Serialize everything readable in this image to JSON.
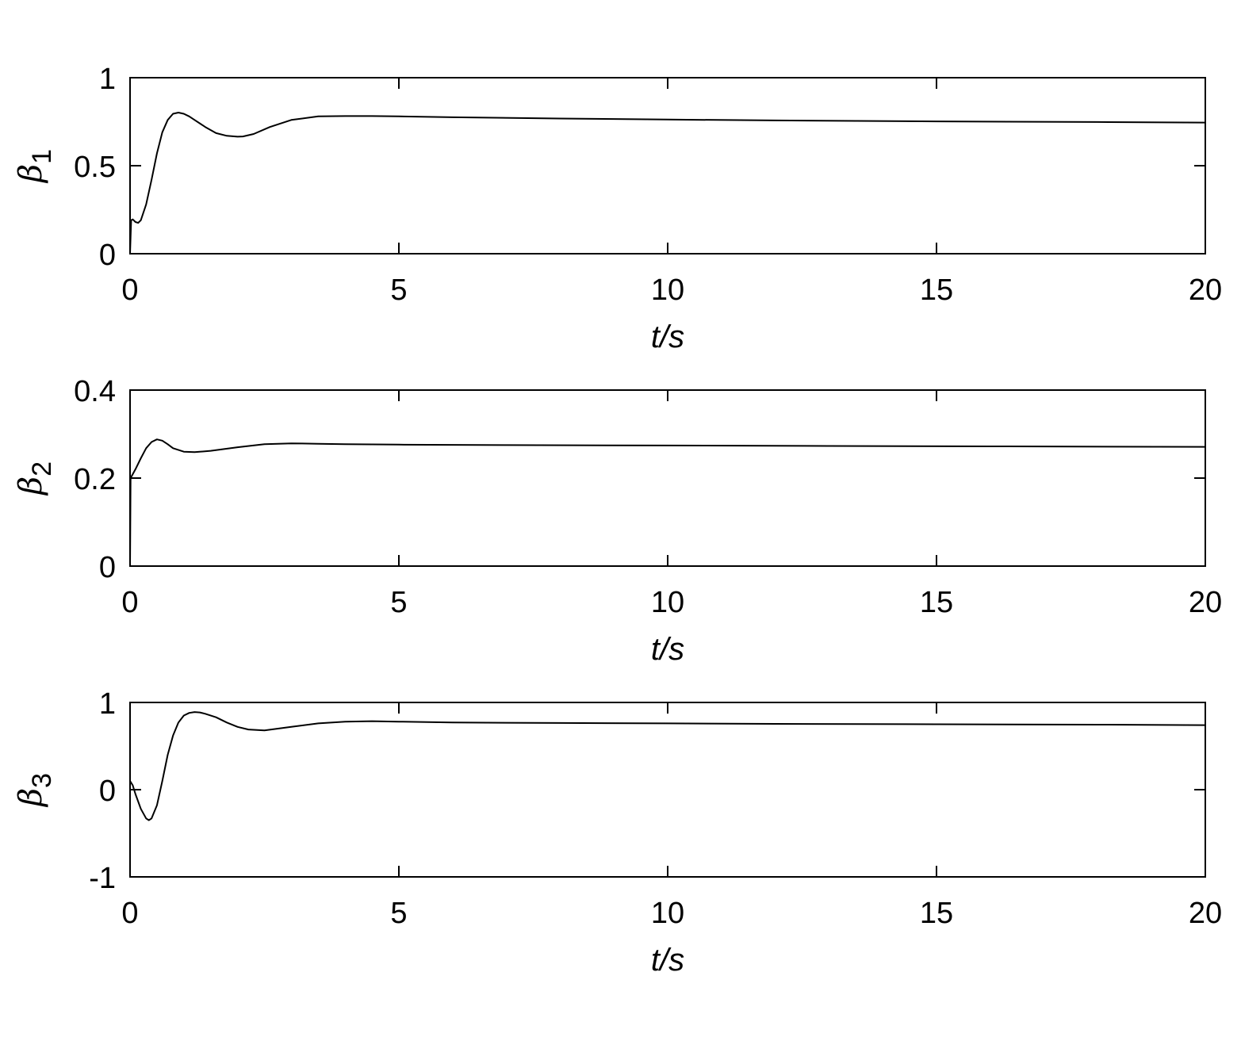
{
  "chart_data": [
    {
      "type": "line",
      "title": "",
      "xlabel": "t/s",
      "ylabel": {
        "symbol": "β",
        "subscript": "1"
      },
      "xlim": [
        0,
        20
      ],
      "ylim": [
        0,
        1
      ],
      "xticks": [
        0,
        5,
        10,
        15,
        20
      ],
      "xtick_labels": [
        "0",
        "5",
        "10",
        "15",
        "20"
      ],
      "yticks": [
        0,
        0.5,
        1
      ],
      "ytick_labels": [
        "0",
        "0.5",
        "1"
      ],
      "grid": false,
      "line_color": "#000000",
      "series": [
        {
          "x": [
            0,
            0.02,
            0.05,
            0.1,
            0.15,
            0.2,
            0.3,
            0.4,
            0.5,
            0.6,
            0.7,
            0.8,
            0.9,
            1.0,
            1.1,
            1.2,
            1.4,
            1.6,
            1.8,
            2.0,
            2.1,
            2.3,
            2.6,
            3.0,
            3.5,
            4.0,
            4.5,
            5.0,
            6.0,
            8.0,
            10.0,
            12.0,
            15.0,
            18.0,
            20.0
          ],
          "y": [
            0,
            0.19,
            0.195,
            0.18,
            0.175,
            0.19,
            0.28,
            0.42,
            0.57,
            0.69,
            0.76,
            0.795,
            0.802,
            0.795,
            0.78,
            0.76,
            0.72,
            0.685,
            0.67,
            0.665,
            0.666,
            0.68,
            0.72,
            0.76,
            0.78,
            0.782,
            0.782,
            0.78,
            0.775,
            0.768,
            0.762,
            0.757,
            0.752,
            0.748,
            0.745
          ]
        }
      ]
    },
    {
      "type": "line",
      "title": "",
      "xlabel": "t/s",
      "ylabel": {
        "symbol": "β",
        "subscript": "2"
      },
      "xlim": [
        0,
        20
      ],
      "ylim": [
        0,
        0.4
      ],
      "xticks": [
        0,
        5,
        10,
        15,
        20
      ],
      "xtick_labels": [
        "0",
        "5",
        "10",
        "15",
        "20"
      ],
      "yticks": [
        0,
        0.2,
        0.4
      ],
      "ytick_labels": [
        "0",
        "0.2",
        "0.4"
      ],
      "grid": false,
      "line_color": "#000000",
      "series": [
        {
          "x": [
            0,
            0.01,
            0.1,
            0.2,
            0.3,
            0.4,
            0.5,
            0.6,
            0.7,
            0.8,
            1.0,
            1.2,
            1.5,
            2.0,
            2.5,
            3.0,
            3.5,
            4.0,
            5.0,
            7.0,
            10.0,
            13.0,
            16.0,
            20.0
          ],
          "y": [
            0,
            0.2,
            0.22,
            0.245,
            0.268,
            0.282,
            0.288,
            0.285,
            0.277,
            0.268,
            0.26,
            0.259,
            0.262,
            0.27,
            0.277,
            0.279,
            0.278,
            0.277,
            0.276,
            0.275,
            0.274,
            0.273,
            0.272,
            0.271
          ]
        }
      ]
    },
    {
      "type": "line",
      "title": "",
      "xlabel": "t/s",
      "ylabel": {
        "symbol": "β",
        "subscript": "3"
      },
      "xlim": [
        0,
        20
      ],
      "ylim": [
        -1,
        1
      ],
      "xticks": [
        0,
        5,
        10,
        15,
        20
      ],
      "xtick_labels": [
        "0",
        "5",
        "10",
        "15",
        "20"
      ],
      "yticks": [
        -1,
        0,
        1
      ],
      "ytick_labels": [
        "-1",
        "0",
        "1"
      ],
      "grid": false,
      "line_color": "#000000",
      "series": [
        {
          "x": [
            0,
            0.05,
            0.1,
            0.2,
            0.3,
            0.35,
            0.4,
            0.5,
            0.6,
            0.7,
            0.8,
            0.9,
            1.0,
            1.1,
            1.2,
            1.3,
            1.4,
            1.6,
            1.8,
            2.0,
            2.2,
            2.5,
            3.0,
            3.5,
            4.0,
            4.5,
            5.0,
            6.0,
            8.0,
            10.0,
            12.0,
            15.0,
            18.0,
            20.0
          ],
          "y": [
            0.1,
            0.05,
            -0.05,
            -0.22,
            -0.33,
            -0.35,
            -0.33,
            -0.18,
            0.1,
            0.4,
            0.62,
            0.77,
            0.85,
            0.88,
            0.89,
            0.885,
            0.87,
            0.83,
            0.77,
            0.72,
            0.69,
            0.68,
            0.72,
            0.76,
            0.78,
            0.785,
            0.78,
            0.77,
            0.765,
            0.76,
            0.755,
            0.75,
            0.745,
            0.74
          ]
        }
      ]
    }
  ]
}
